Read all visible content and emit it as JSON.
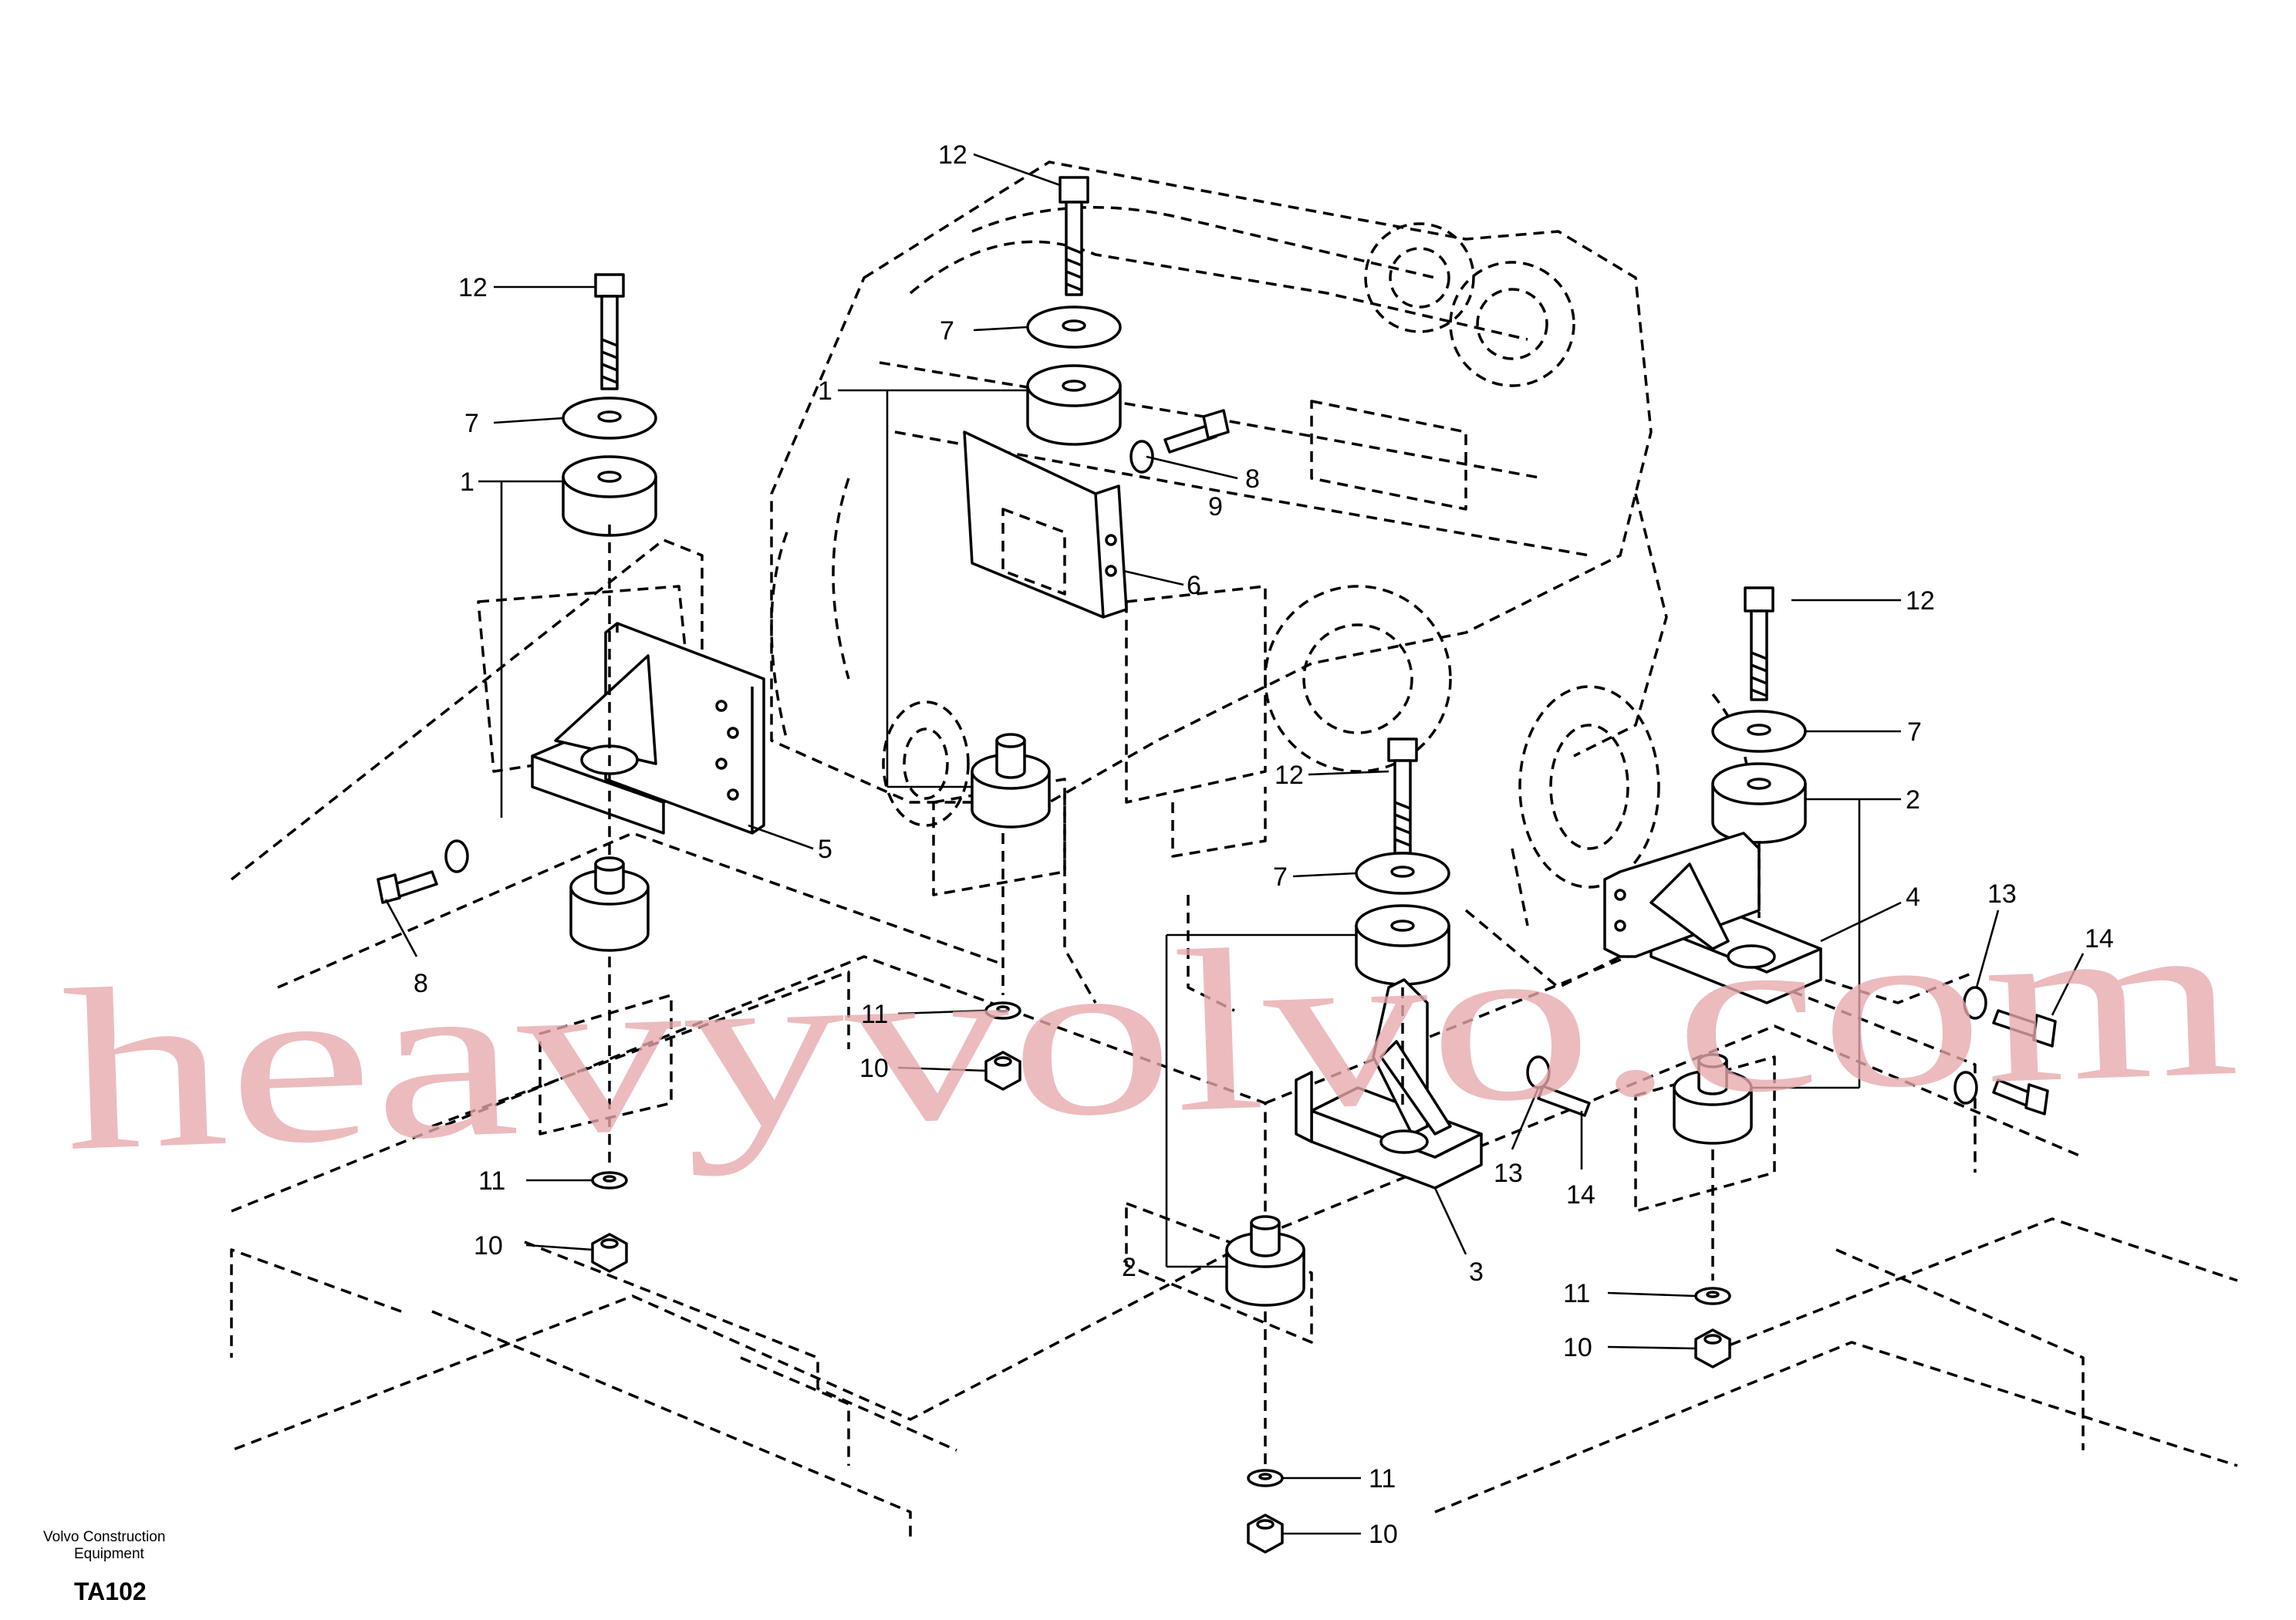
{
  "callouts": [
    {
      "id": "c12a",
      "text": "12"
    },
    {
      "id": "c7a",
      "text": "7"
    },
    {
      "id": "c1a",
      "text": "1"
    },
    {
      "id": "c12b",
      "text": "12"
    },
    {
      "id": "c7b",
      "text": "7"
    },
    {
      "id": "c1b",
      "text": "1"
    },
    {
      "id": "c8a",
      "text": "8"
    },
    {
      "id": "c9a",
      "text": "9"
    },
    {
      "id": "c6",
      "text": "6"
    },
    {
      "id": "c5",
      "text": "5"
    },
    {
      "id": "c8b",
      "text": "8"
    },
    {
      "id": "c11a",
      "text": "11"
    },
    {
      "id": "c10a",
      "text": "10"
    },
    {
      "id": "c11b",
      "text": "11"
    },
    {
      "id": "c10b",
      "text": "10"
    },
    {
      "id": "c12c",
      "text": "12"
    },
    {
      "id": "c7c",
      "text": "7"
    },
    {
      "id": "c2a",
      "text": "2"
    },
    {
      "id": "c3",
      "text": "3"
    },
    {
      "id": "c13a",
      "text": "13"
    },
    {
      "id": "c14a",
      "text": "14"
    },
    {
      "id": "c12d",
      "text": "12"
    },
    {
      "id": "c7d",
      "text": "7"
    },
    {
      "id": "c2b",
      "text": "2"
    },
    {
      "id": "c4",
      "text": "4"
    },
    {
      "id": "c13b",
      "text": "13"
    },
    {
      "id": "c14b",
      "text": "14"
    },
    {
      "id": "c11c",
      "text": "11"
    },
    {
      "id": "c10c",
      "text": "10"
    },
    {
      "id": "c11d",
      "text": "11"
    },
    {
      "id": "c10d",
      "text": "10"
    }
  ],
  "watermark": "heavyvolvo.com",
  "footer": {
    "brand_line1": "Volvo Construction",
    "brand_line2": "Equipment",
    "figure_code": "TA102"
  }
}
